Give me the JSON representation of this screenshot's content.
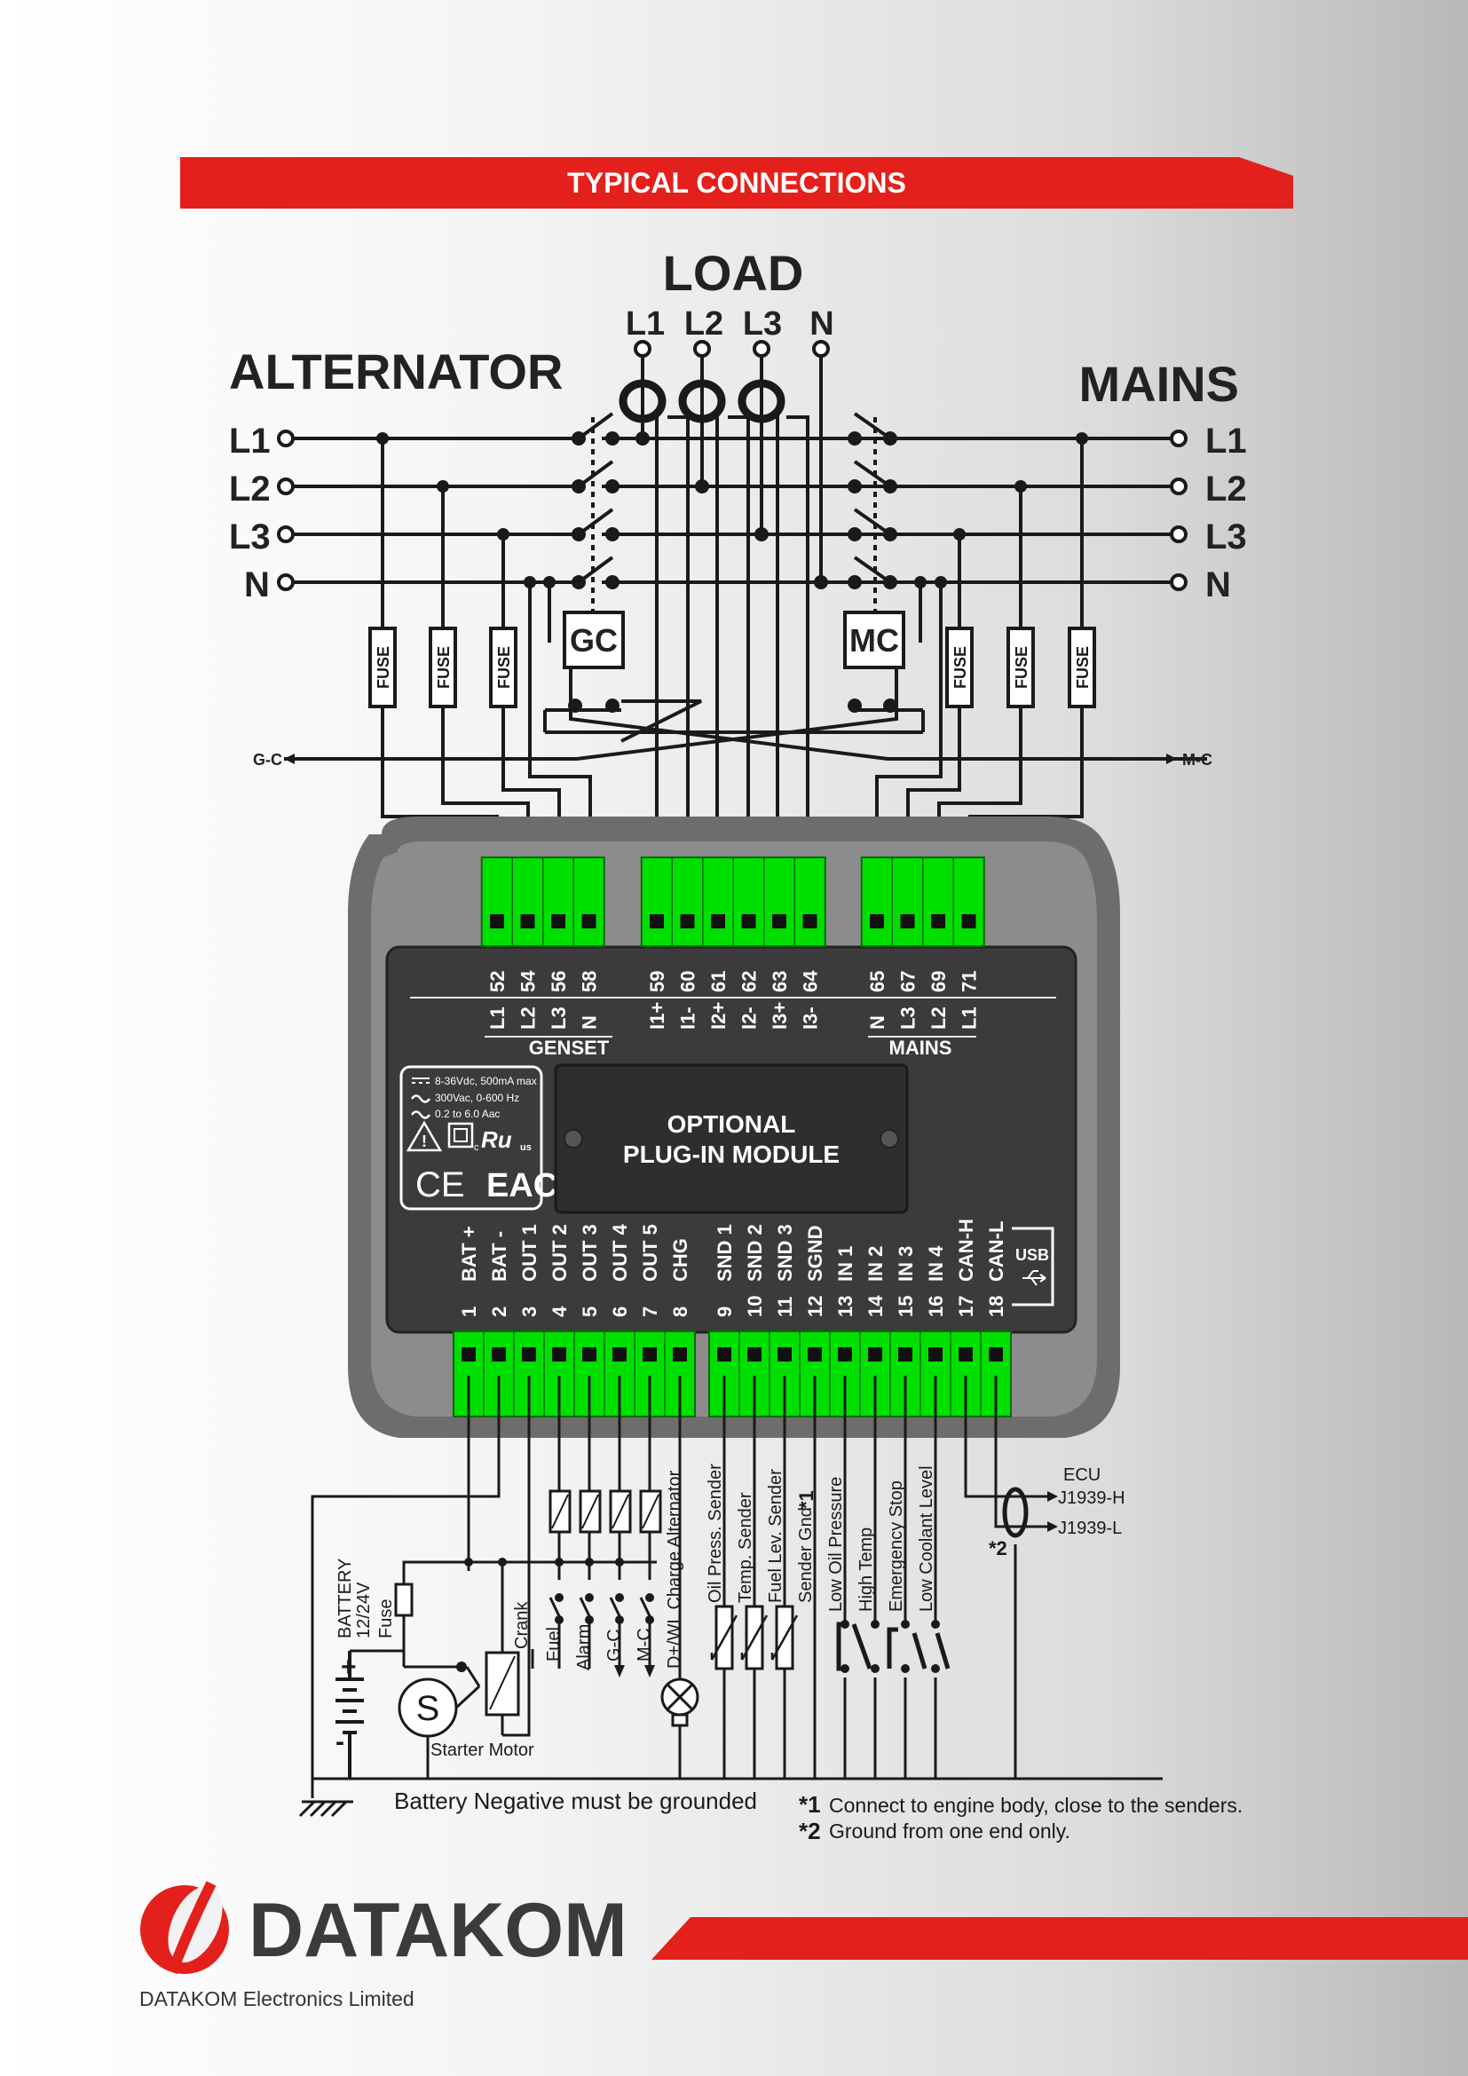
{
  "header": {
    "title": "TYPICAL CONNECTIONS"
  },
  "load": {
    "title": "LOAD",
    "phases": [
      "L1",
      "L2",
      "L3",
      "N"
    ]
  },
  "alternator": {
    "title": "ALTERNATOR",
    "lines": [
      "L1",
      "L2",
      "L3",
      "N"
    ]
  },
  "mains": {
    "title": "MAINS",
    "lines": [
      "L1",
      "L2",
      "L3",
      "N"
    ]
  },
  "fuse_label": "FUSE",
  "contactors": {
    "gc": "GC",
    "mc": "MC"
  },
  "gc_arrow": "G-C",
  "mc_arrow": "M-C",
  "colors": {
    "accent": "#e3201b",
    "terminal": "#00e000",
    "device": "#3c3a3a",
    "bezel": "#6a6a6a"
  },
  "top_terminals": {
    "genset": [
      {
        "num": "52",
        "name": "L1"
      },
      {
        "num": "54",
        "name": "L2"
      },
      {
        "num": "56",
        "name": "L3"
      },
      {
        "num": "58",
        "name": "N"
      }
    ],
    "current": [
      {
        "num": "59",
        "name": "I1+"
      },
      {
        "num": "60",
        "name": "I1-"
      },
      {
        "num": "61",
        "name": "I2+"
      },
      {
        "num": "62",
        "name": "I2-"
      },
      {
        "num": "63",
        "name": "I3+"
      },
      {
        "num": "64",
        "name": "I3-"
      }
    ],
    "mains": [
      {
        "num": "65",
        "name": "N"
      },
      {
        "num": "67",
        "name": "L3"
      },
      {
        "num": "69",
        "name": "L2"
      },
      {
        "num": "71",
        "name": "L1"
      }
    ],
    "genset_label": "GENSET",
    "mains_label": "MAINS"
  },
  "ratings": {
    "dc": "8-36Vdc, 500mA max",
    "ac": "300Vac, 0-600 Hz",
    "current": "0.2 to 6.0 Aac",
    "cert_ul": "us",
    "cert_c": "c",
    "ce": "CE",
    "eac": "EAC"
  },
  "module": {
    "line1": "OPTIONAL",
    "line2": "PLUG-IN MODULE"
  },
  "bottom_terminals": [
    {
      "num": "1",
      "name": "BAT +"
    },
    {
      "num": "2",
      "name": "BAT -"
    },
    {
      "num": "3",
      "name": "OUT 1"
    },
    {
      "num": "4",
      "name": "OUT 2"
    },
    {
      "num": "5",
      "name": "OUT 3"
    },
    {
      "num": "6",
      "name": "OUT 4"
    },
    {
      "num": "7",
      "name": "OUT 5"
    },
    {
      "num": "8",
      "name": "CHG"
    },
    {
      "num": "9",
      "name": "SND 1"
    },
    {
      "num": "10",
      "name": "SND 2"
    },
    {
      "num": "11",
      "name": "SND 3"
    },
    {
      "num": "12",
      "name": "SGND"
    },
    {
      "num": "13",
      "name": "IN 1"
    },
    {
      "num": "14",
      "name": "IN 2"
    },
    {
      "num": "15",
      "name": "IN 3"
    },
    {
      "num": "16",
      "name": "IN 4"
    },
    {
      "num": "17",
      "name": "CAN-H"
    },
    {
      "num": "18",
      "name": "CAN-L"
    }
  ],
  "usb_label": "USB",
  "bottom": {
    "battery": "BATTERY",
    "battery_voltage": "12/24V",
    "fuse": "Fuse",
    "crank": "Crank",
    "starter": "Starter Motor",
    "motor_symbol": "S",
    "outputs": [
      "Fuel",
      "Alarm",
      "G-C",
      "M-C",
      "D+/WL Charge Alternator"
    ],
    "senders": [
      "Oil Press. Sender",
      "Temp. Sender",
      "Fuel Lev. Sender",
      "Sender Gnd"
    ],
    "sender_gnd_mark": "*1",
    "inputs": [
      "Low Oil Pressure",
      "High Temp",
      "Emergency Stop",
      "Low Coolant Level"
    ],
    "ecu": "ECU",
    "j1939h": "J1939-H",
    "j1939l": "J1939-L",
    "can_mark": "*2"
  },
  "notes": {
    "ground": "Battery Negative must be grounded",
    "note1_mark": "*1",
    "note1": "Connect to engine body, close to the senders.",
    "note2_mark": "*2",
    "note2": "Ground from one end only."
  },
  "brand": {
    "logo_text": "DATAKOM",
    "company": "DATAKOM Electronics Limited"
  }
}
